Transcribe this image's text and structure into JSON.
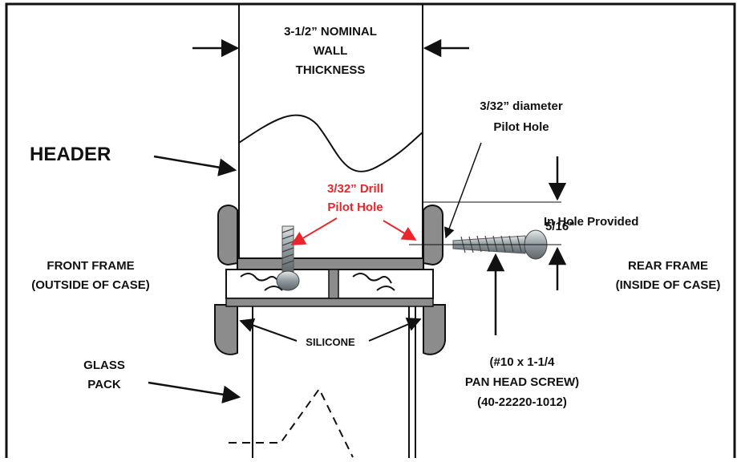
{
  "labels": {
    "wall_thickness": [
      "3-1/2” NOMINAL",
      "WALL",
      "THICKNESS"
    ],
    "header": "HEADER",
    "pilot_hole": [
      "3/32” diameter",
      "Pilot Hole"
    ],
    "drill_pilot_hole": [
      "3/32” Drill",
      "Pilot Hole"
    ],
    "hole_provided": "In Hole Provided",
    "dimension": "5/16”",
    "front_frame": [
      "FRONT FRAME",
      "(OUTSIDE OF CASE)"
    ],
    "rear_frame": [
      "REAR FRAME",
      "(INSIDE OF CASE)"
    ],
    "silicone": "SILICONE",
    "glass_pack": [
      "GLASS",
      "PACK"
    ],
    "screw": [
      "(#10 x 1-1/4",
      "PAN HEAD SCREW)",
      "(40-22220-1012)"
    ]
  },
  "colors": {
    "line": "#111111",
    "frame_gray": "#8c8c8c",
    "red_label": "#e8262b",
    "screw_steel": "#9aa3a8"
  }
}
